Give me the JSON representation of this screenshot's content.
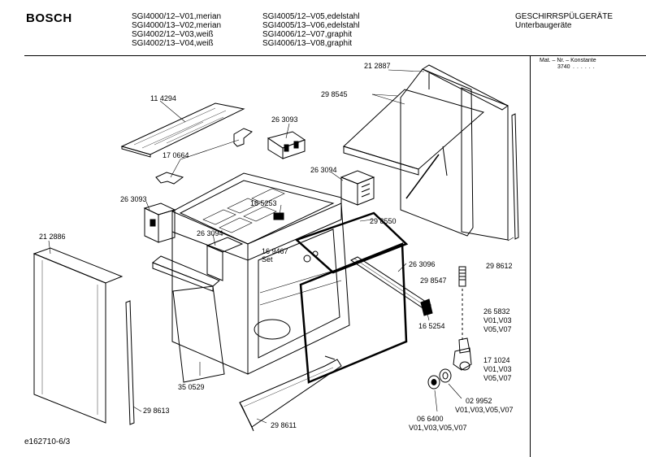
{
  "header": {
    "brand": "BOSCH",
    "models_col1": [
      "SGI4000/12–V01,merian",
      "SGI4000/13–V02,merian",
      "SGI4002/12–V03,weiß",
      "SGI4002/13–V04,weiß"
    ],
    "models_col2": [
      "SGI4005/12–V05,edelstahl",
      "SGI4005/13–V06,edelstahl",
      "SGI4006/12–V07,graphit",
      "SGI4006/13–V08,graphit"
    ],
    "category": "GESCHIRRSPÜLGERÄTE",
    "subcategory": "Unterbaugeräte"
  },
  "side_panel": {
    "title": "Mat. – Nr. – Konstante",
    "value": "3740"
  },
  "footer": {
    "drawing_id": "e162710-6/3"
  },
  "parts": {
    "p114294": "11 4294",
    "p170664": "17 0664",
    "p263093a": "26 3093",
    "p263093b": "26 3093",
    "p263094a": "26 3094",
    "p263094b": "26 3094",
    "p165253": "16 5253",
    "p169467": "16 9467",
    "set": "Set",
    "p212887": "21 2887",
    "p298545": "29 8545",
    "p298550": "29 8550",
    "p212886": "21 2886",
    "p263096": "26 3096",
    "p298547": "29 8547",
    "p165254": "16 5254",
    "p298612": "29 8612",
    "p265832": "26 5832",
    "v265832a": "V01,V03",
    "v265832b": "V05,V07",
    "p171024": "17 1024",
    "v171024a": "V01,V03",
    "v171024b": "V05,V07",
    "p029952": "02 9952",
    "v029952": "V01,V03,V05,V07",
    "p066400": "06 6400",
    "v066400": "V01,V03,V05,V07",
    "p350529": "35 0529",
    "p298613": "29 8613",
    "p298611": "29 8611"
  }
}
